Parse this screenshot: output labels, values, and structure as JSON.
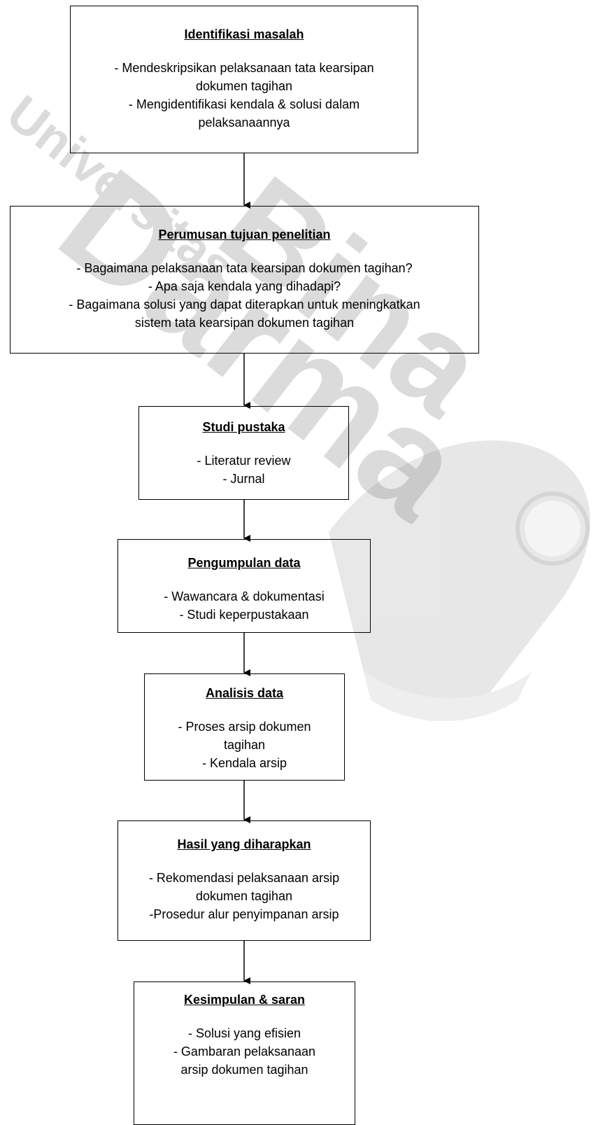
{
  "watermark": {
    "text_university": "Universitas",
    "text_bina": "Bina",
    "text_darma": "Darma"
  },
  "steps": [
    {
      "title": "Identifikasi masalah",
      "lines": [
        "- Mendeskripsikan pelaksanaan tata kearsipan",
        "dokumen tagihan",
        "- Mengidentifikasi kendala & solusi dalam",
        "pelaksanaannya"
      ]
    },
    {
      "title": "Perumusan tujuan penelitian",
      "lines": [
        "- Bagaimana pelaksanaan tata kearsipan dokumen tagihan?",
        "- Apa saja kendala yang dihadapi?",
        "- Bagaimana solusi yang dapat diterapkan untuk meningkatkan",
        "sistem tata kearsipan dokumen tagihan"
      ]
    },
    {
      "title": "Studi pustaka",
      "lines": [
        "- Literatur review",
        "- Jurnal"
      ]
    },
    {
      "title": "Pengumpulan data",
      "lines": [
        "- Wawancara & dokumentasi",
        "- Studi keperpustakaan"
      ]
    },
    {
      "title": "Analisis data",
      "lines": [
        "- Proses arsip dokumen",
        "tagihan",
        "- Kendala arsip"
      ]
    },
    {
      "title": "Hasil yang diharapkan",
      "lines": [
        "- Rekomendasi pelaksanaan arsip",
        "dokumen tagihan",
        "-Prosedur alur penyimpanan arsip"
      ]
    },
    {
      "title": "Kesimpulan & saran",
      "lines": [
        "- Solusi yang efisien",
        "- Gambaran pelaksanaan",
        "arsip dokumen tagihan"
      ]
    }
  ]
}
